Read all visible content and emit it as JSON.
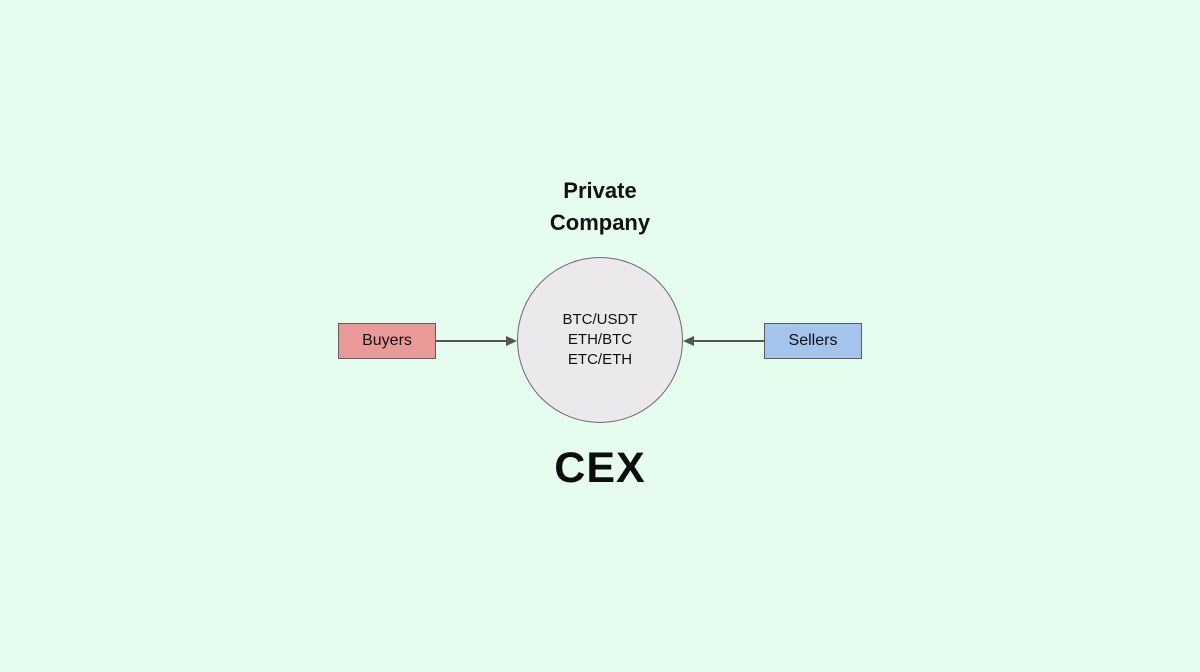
{
  "canvas": {
    "background_color": "#e5fcee"
  },
  "diagram": {
    "title": {
      "line1": "Private",
      "line2": "Company"
    },
    "center_node": {
      "shape": "circle",
      "fill": "#ece9ec",
      "border": "#6b6b6b",
      "pairs": [
        "BTC/USDT",
        "ETH/BTC",
        "ETC/ETH"
      ]
    },
    "buyers": {
      "label": "Buyers",
      "fill": "#ea9999",
      "border": "#5d5d5d"
    },
    "sellers": {
      "label": "Sellers",
      "fill": "#a4c4ee",
      "border": "#5d5d5d"
    },
    "arrows": {
      "color": "#555555",
      "left": "buyers-to-exchange",
      "right": "sellers-to-exchange"
    },
    "caption": "CEX"
  }
}
